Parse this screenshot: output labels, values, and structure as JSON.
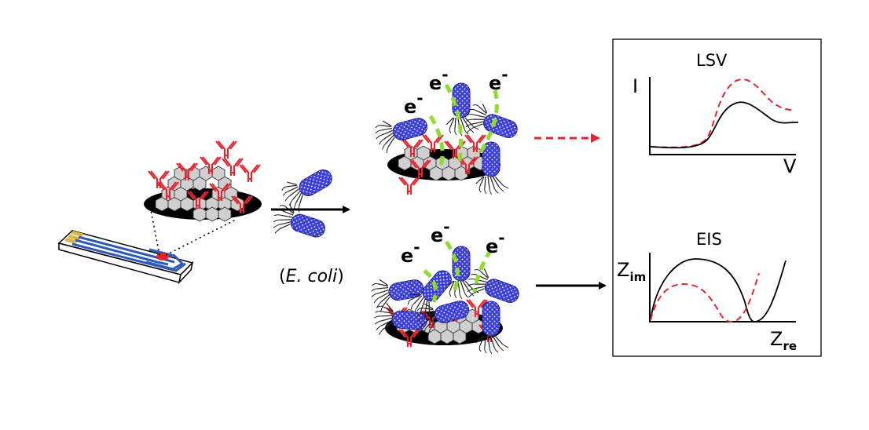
{
  "labels": {
    "electron": "e",
    "electron_charge": "-",
    "bacteria_open_paren": "(",
    "bacteria_name": "E. coli",
    "bacteria_close_paren": ")"
  },
  "plots": {
    "lsv": {
      "title": "LSV",
      "y_label": "I",
      "x_label": "V"
    },
    "eis": {
      "title": "EIS",
      "y_label": "Z",
      "y_sub": "im",
      "x_label": "Z",
      "x_sub": "re"
    }
  },
  "colors": {
    "antibody": "#e3262f",
    "electron_path": "#8fdc2e",
    "bacterium": "#3c3fd8",
    "electrode_trace": "#2f5bb7",
    "electrode_contact": "#d9b84a",
    "sensing_spot": "#e3262f",
    "arrow_red": "#e3262f",
    "curve_control": "#000000",
    "curve_bound": "#e3262f"
  }
}
